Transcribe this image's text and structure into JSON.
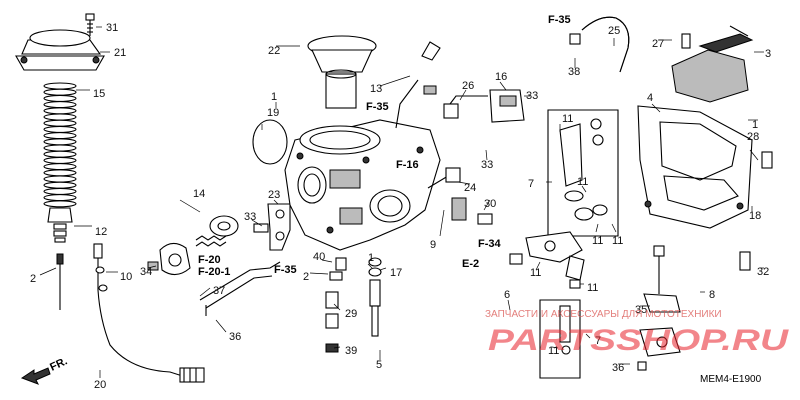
{
  "diagram": {
    "code": "MEM4-E1900",
    "direction_marker": "FR.",
    "watermark": {
      "caption": "ЗАПЧАСТИ И АКСЕССУАРЫ ДЛЯ МОТОТЕХНИКИ",
      "brand": "PARTSSHOP.RU"
    },
    "refs": [
      "F-35",
      "F-35",
      "F-16",
      "F-35",
      "F-20",
      "F-20-1",
      "F-34",
      "E-2"
    ],
    "callouts": [
      "31",
      "21",
      "22",
      "15",
      "12",
      "2",
      "10",
      "20",
      "14",
      "34",
      "37",
      "36",
      "23",
      "33",
      "1",
      "19",
      "13",
      "40",
      "2",
      "29",
      "39",
      "17",
      "1",
      "5",
      "9",
      "24",
      "30",
      "26",
      "16",
      "33",
      "33",
      "38",
      "25",
      "27",
      "3",
      "4",
      "1",
      "28",
      "18",
      "32",
      "11",
      "7",
      "11",
      "11",
      "11",
      "6",
      "11",
      "8",
      "11",
      "7",
      "11",
      "36",
      "35"
    ]
  }
}
